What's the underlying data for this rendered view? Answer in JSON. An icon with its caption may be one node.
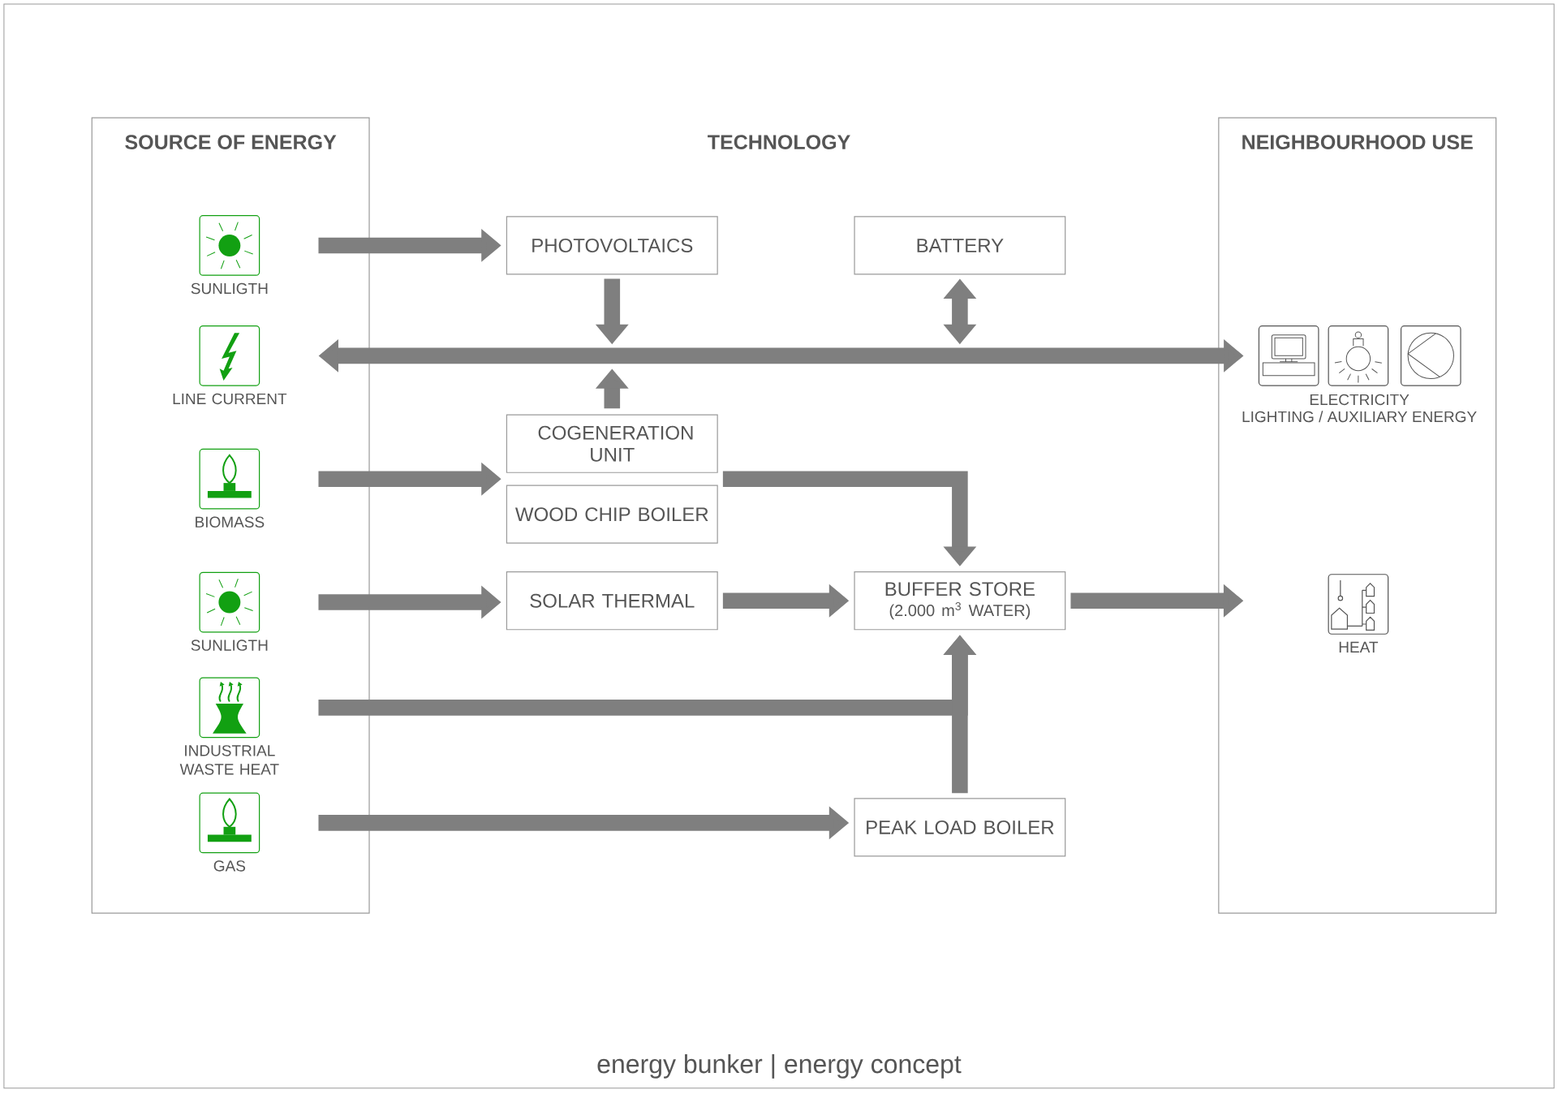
{
  "diagram": {
    "caption": "energy bunker | energy concept",
    "nodes": [
      {
        "text": [
          "SOURCE OF ENERGY"
        ]
      },
      {
        "text": [
          "SUNLIGTH"
        ],
        "in": 0
      },
      {
        "text": [
          "LINE CURRENT"
        ],
        "in": 0
      },
      {
        "text": [
          "BIOMASS"
        ],
        "in": 0
      },
      {
        "text": [
          "SUNLIGTH"
        ],
        "in": 0
      },
      {
        "text": [
          "INDUSTRIAL WASTE HEAT"
        ],
        "in": 0
      },
      {
        "text": [
          "GAS"
        ],
        "in": 0
      },
      {
        "text": [
          "PHOTOVOLTAICS"
        ]
      },
      {
        "text": [
          "BATTERY"
        ]
      },
      {
        "text": [
          "COGENERATION UNIT"
        ]
      },
      {
        "text": [
          "WOOD CHIP BOILER"
        ]
      },
      {
        "text": [
          "SOLAR THERMAL"
        ]
      },
      {
        "text": [
          "BUFFER STORE",
          "(2.000 m$^{3}$ WATER)"
        ]
      },
      {
        "text": [
          "PEAK LOAD BOILER"
        ]
      },
      {
        "text": [
          "NEIGHBOURHOOD USE"
        ]
      },
      {
        "text": [
          "ELECTRICITY",
          "LIGHTING / AUXILIARY ENERGY"
        ],
        "in": 14
      },
      {
        "text": [
          "HEAT"
        ],
        "in": 14
      }
    ],
    "edges": [
      {
        "from": 1,
        "to": 7,
        "arrow": "to"
      },
      {
        "from": 2,
        "to": 15,
        "arrow": "both"
      },
      {
        "from": 7,
        "to": null,
        "arrow": "to"
      },
      {
        "from": 8,
        "to": null,
        "arrow": "both"
      },
      {
        "from": 9,
        "to": null,
        "arrow": "to"
      },
      {
        "from": 3,
        "to": 9,
        "arrow": "to"
      },
      {
        "from": 3,
        "to": 10,
        "arrow": "to"
      },
      {
        "from": 9,
        "to": 12,
        "arrow": "to"
      },
      {
        "from": 10,
        "to": 12,
        "arrow": "to"
      },
      {
        "from": 4,
        "to": 11,
        "arrow": "to"
      },
      {
        "from": 11,
        "to": 12,
        "arrow": "to"
      },
      {
        "from": 12,
        "to": 16,
        "arrow": "to"
      },
      {
        "from": 5,
        "to": 12,
        "arrow": "to"
      },
      {
        "from": 6,
        "to": 13,
        "arrow": "to"
      },
      {
        "from": 13,
        "to": 12,
        "arrow": "to"
      }
    ],
    "labels": [
      "TECHNOLOGY"
    ]
  }
}
